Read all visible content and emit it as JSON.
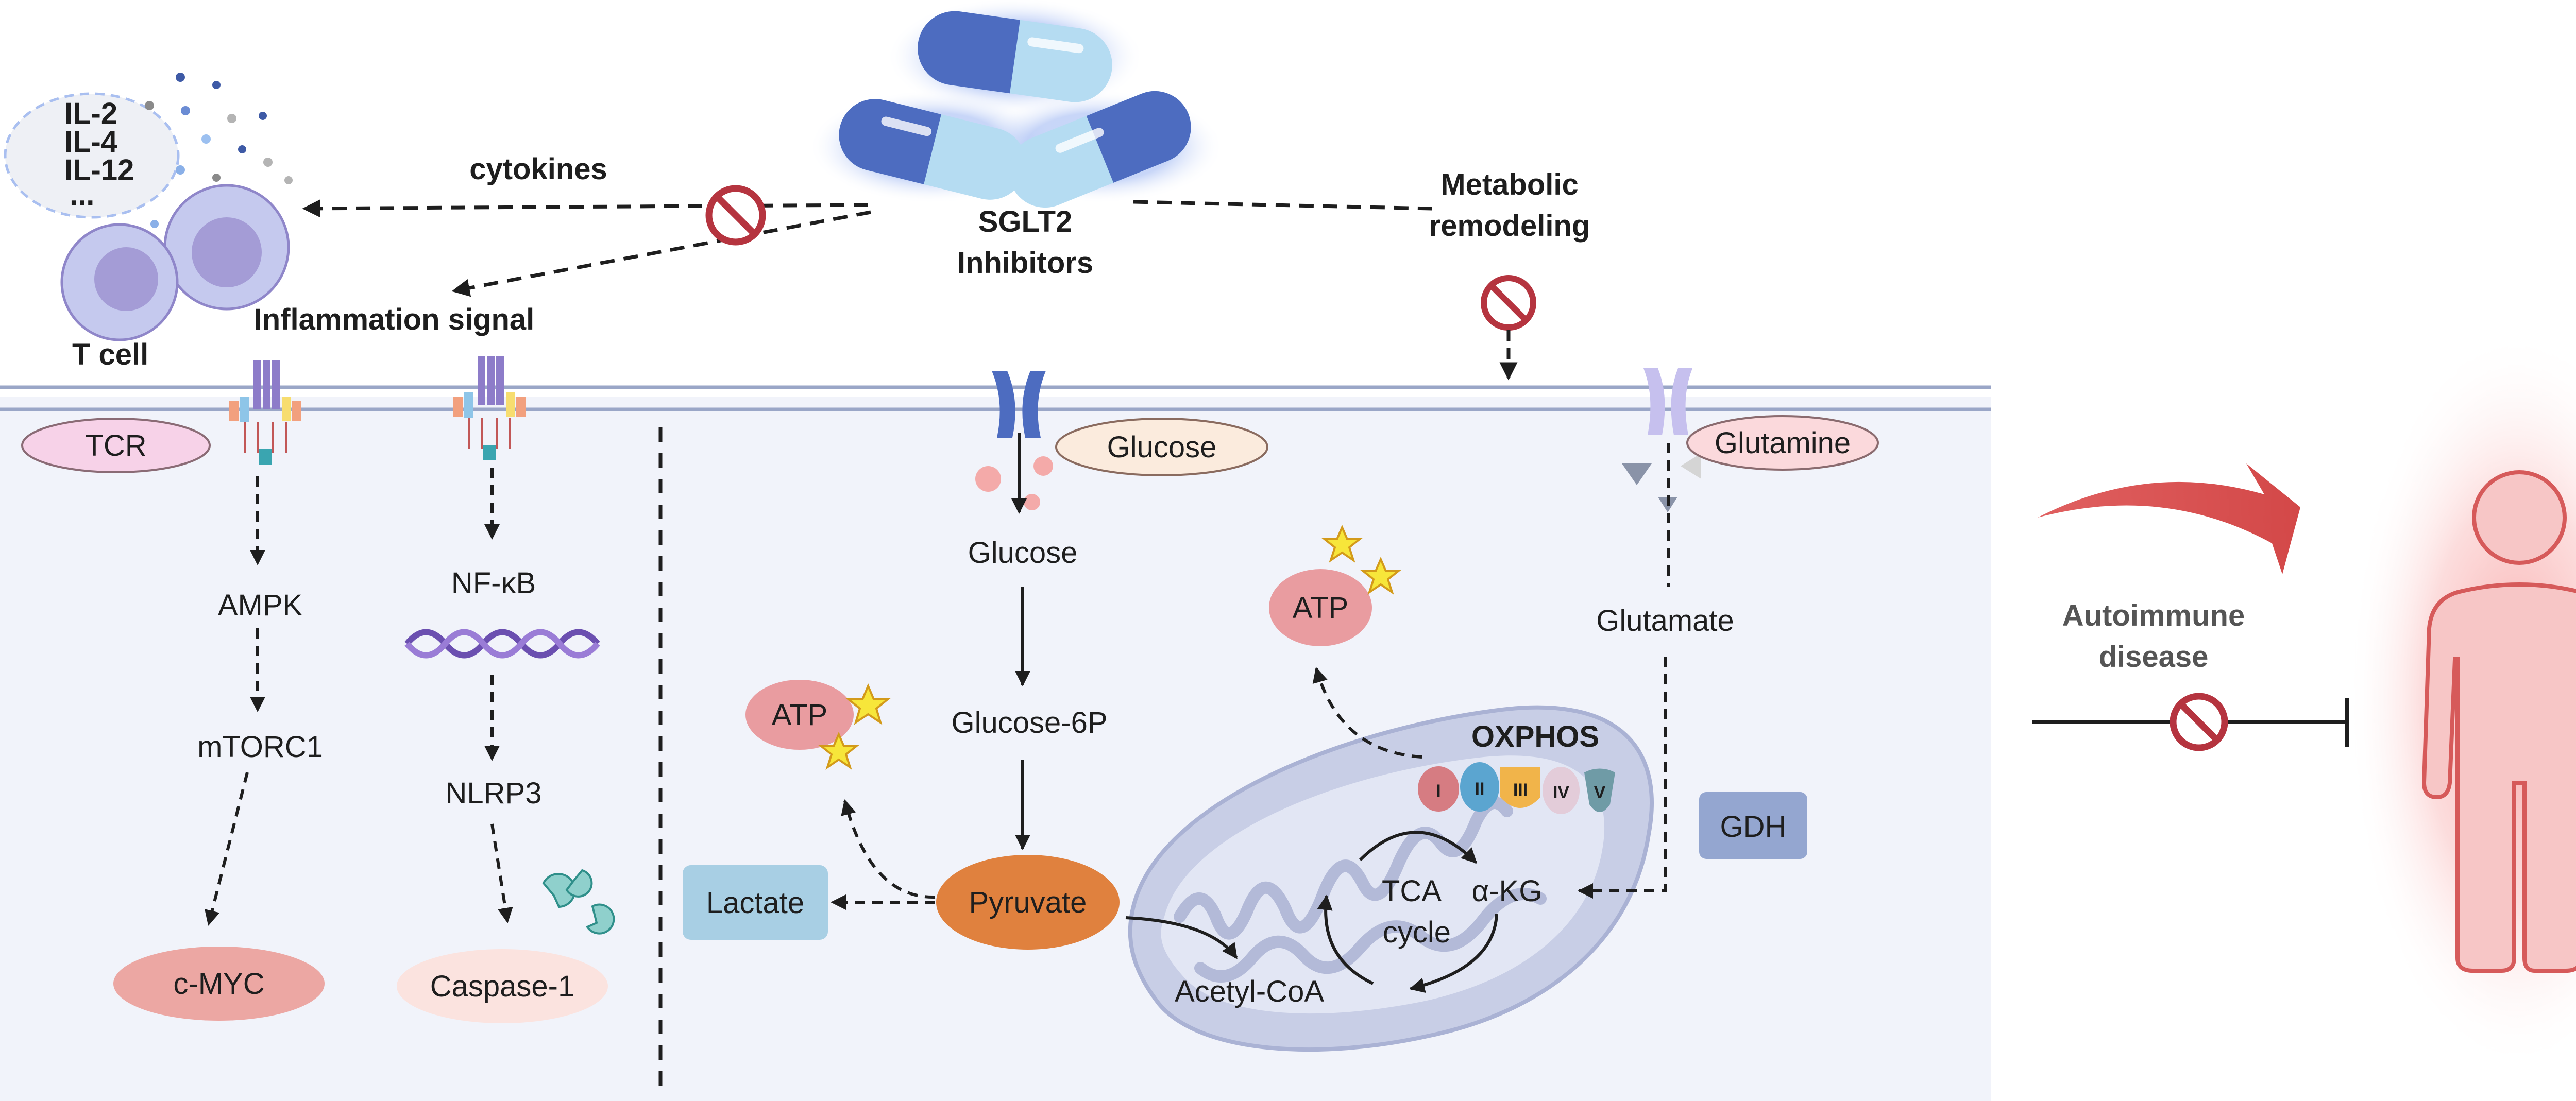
{
  "drug": {
    "line1": "SGLT2",
    "line2": "Inhibitors"
  },
  "top": {
    "cytokines": "cytokines",
    "inflammation_signal": "Inflammation signal",
    "metabolic_line1": "Metabolic",
    "metabolic_line2": "remodeling",
    "t_cell": "T cell",
    "cytokine_list": [
      "IL-2",
      "IL-4",
      "IL-12",
      "..."
    ]
  },
  "receptors": {
    "tcr": "TCR",
    "glucose": "Glucose",
    "glutamine": "Glutamine"
  },
  "left_pathway": {
    "ampk": "AMPK",
    "mtorc1": "mTORC1",
    "cmyc": "c-MYC"
  },
  "mid_pathway": {
    "nfkb": "NF-κB",
    "nlrp3": "NLRP3",
    "caspase": "Caspase-1"
  },
  "glycolysis": {
    "glucose": "Glucose",
    "g6p": "Glucose-6P",
    "pyruvate": "Pyruvate",
    "lactate": "Lactate",
    "atp": "ATP"
  },
  "mito": {
    "oxphos": "OXPHOS",
    "complexes": [
      "I",
      "II",
      "III",
      "IV",
      "V"
    ],
    "tca_line1": "TCA",
    "tca_line2": "cycle",
    "akg": "α-KG",
    "acetyl": "Acetyl-CoA",
    "atp": "ATP"
  },
  "glutamine": {
    "glutamate": "Glutamate",
    "gdh": "GDH"
  },
  "disease": {
    "line1": "Autoimmune",
    "line2": "disease"
  }
}
